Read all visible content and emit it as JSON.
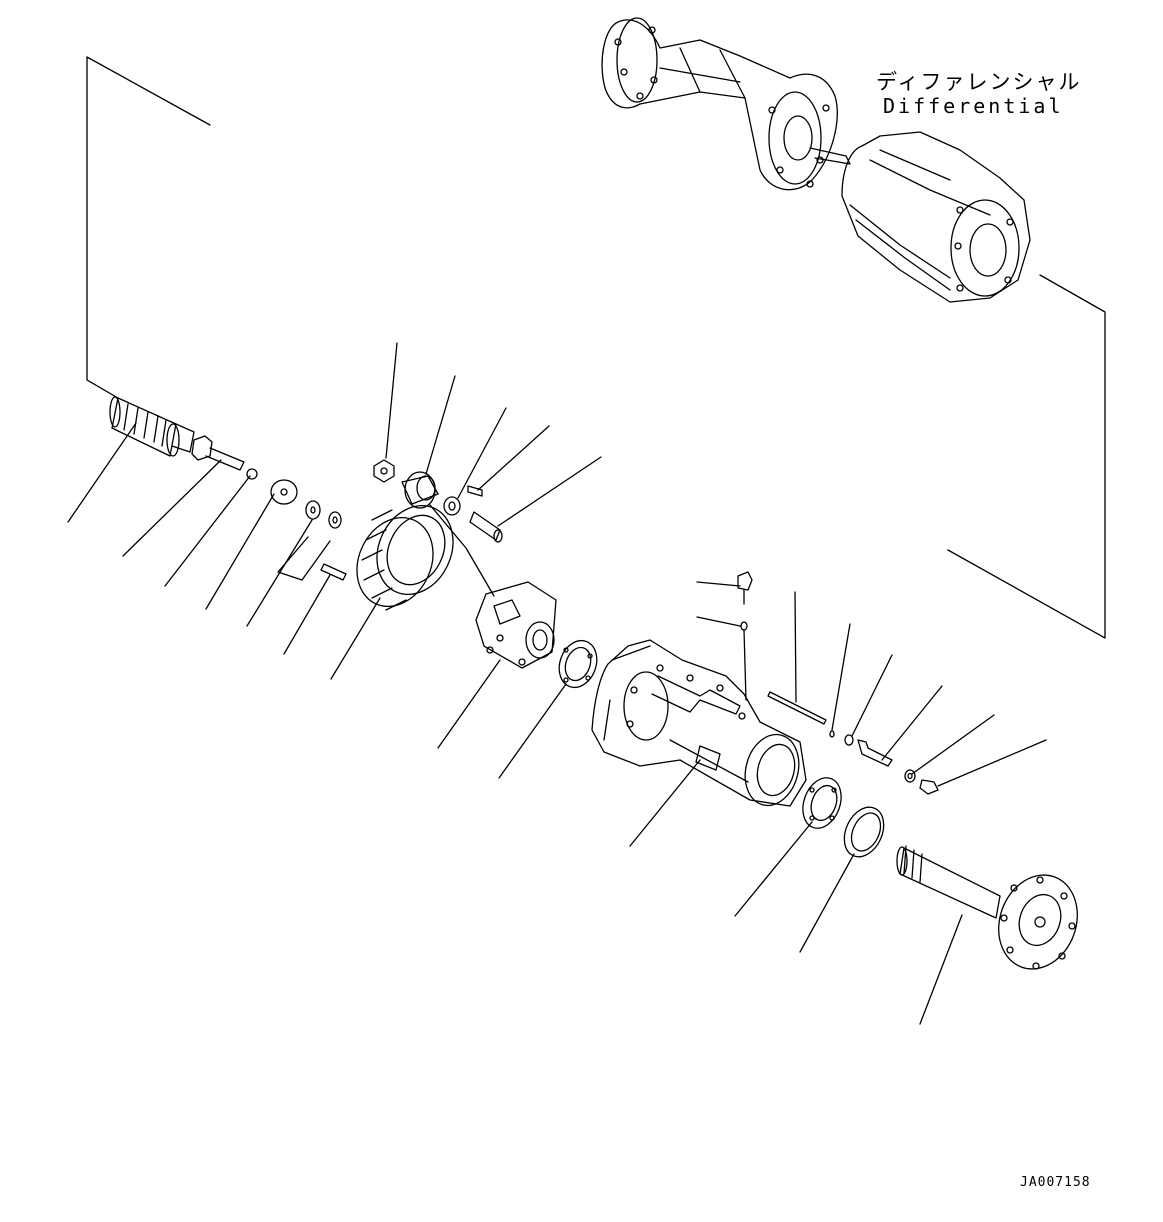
{
  "labels": {
    "differential_ja": "ディファレンシャル",
    "differential_en": "Differential",
    "drawing_code": "JA007158"
  },
  "colors": {
    "ink": "#000000",
    "paper": "#ffffff"
  }
}
